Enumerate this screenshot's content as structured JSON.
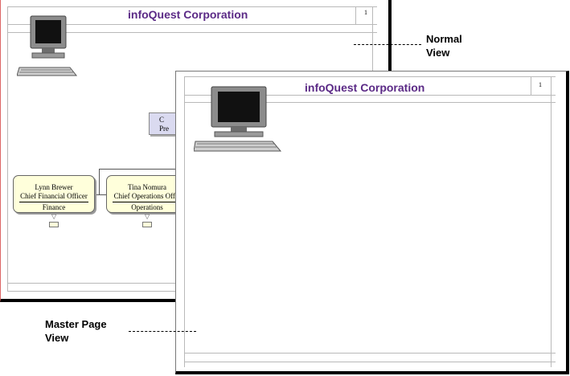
{
  "company_title": "infoQuest Corporation",
  "page_number": "1",
  "callouts": {
    "normal_view": [
      "Normal",
      "View"
    ],
    "master_page_view": [
      "Master Page",
      "View"
    ]
  },
  "org_chart": {
    "president_box": [
      "C",
      "Pre"
    ],
    "boxes": [
      {
        "name": "Lynn Brewer",
        "title": "Chief Financial Officer",
        "dept": "Finance"
      },
      {
        "name": "Tina Nomura",
        "title": "Chief Operations Offic",
        "dept": "Operations"
      }
    ]
  },
  "icons": [
    "computer-icon"
  ]
}
